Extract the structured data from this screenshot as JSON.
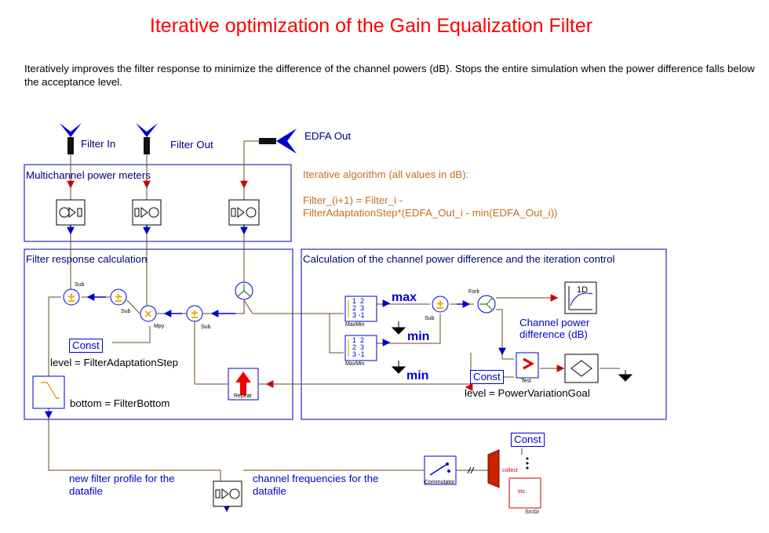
{
  "title": "Iterative optimization of the Gain Equalization Filter",
  "description": "Iteratively improves the filter response to minimize the difference of the channel powers (dB). Stops the entire simulation when the power difference falls below the acceptance level.",
  "ports": {
    "filter_in": "Filter In",
    "filter_out": "Filter Out",
    "edfa_out": "EDFA Out"
  },
  "groups": {
    "power_meters": "Multichannel power meters",
    "filter_response": "Filter response calculation",
    "channel_diff": "Calculation of the channel power difference and the iteration control"
  },
  "algorithm": {
    "line1": "Iterative algorithm (all values in dB):",
    "line2": "Filter_(i+1) = Filter_i -",
    "line3": "FilterAdaptationStep*(EDFA_Out_i - min(EDFA_Out_i))"
  },
  "blocks": {
    "sub": "Sub",
    "mpy": "Mpy",
    "maxmin": "MaxMin",
    "fork": "Fork",
    "test": "Test",
    "repeat": "Repeat",
    "collect": "collect",
    "commutator": "Commutator",
    "srcgr": "SrcGr",
    "etc": "etc.",
    "const": "Const",
    "graph_1d": "1D",
    "maxmin_rows": [
      "1",
      "2",
      "2",
      "3",
      "3",
      "-1"
    ]
  },
  "labels": {
    "max": "max",
    "min1": "min",
    "min2": "min",
    "level_step": "level = FilterAdaptationStep",
    "bottom": "bottom = FilterBottom",
    "channel_power_1": "Channel power",
    "channel_power_2": "difference (dB)",
    "level_goal": "level = PowerVariationGoal",
    "new_profile_1": "new filter profile for the",
    "new_profile_2": "datafile",
    "channel_freq_1": "channel frequencies for the",
    "channel_freq_2": "datafile"
  }
}
